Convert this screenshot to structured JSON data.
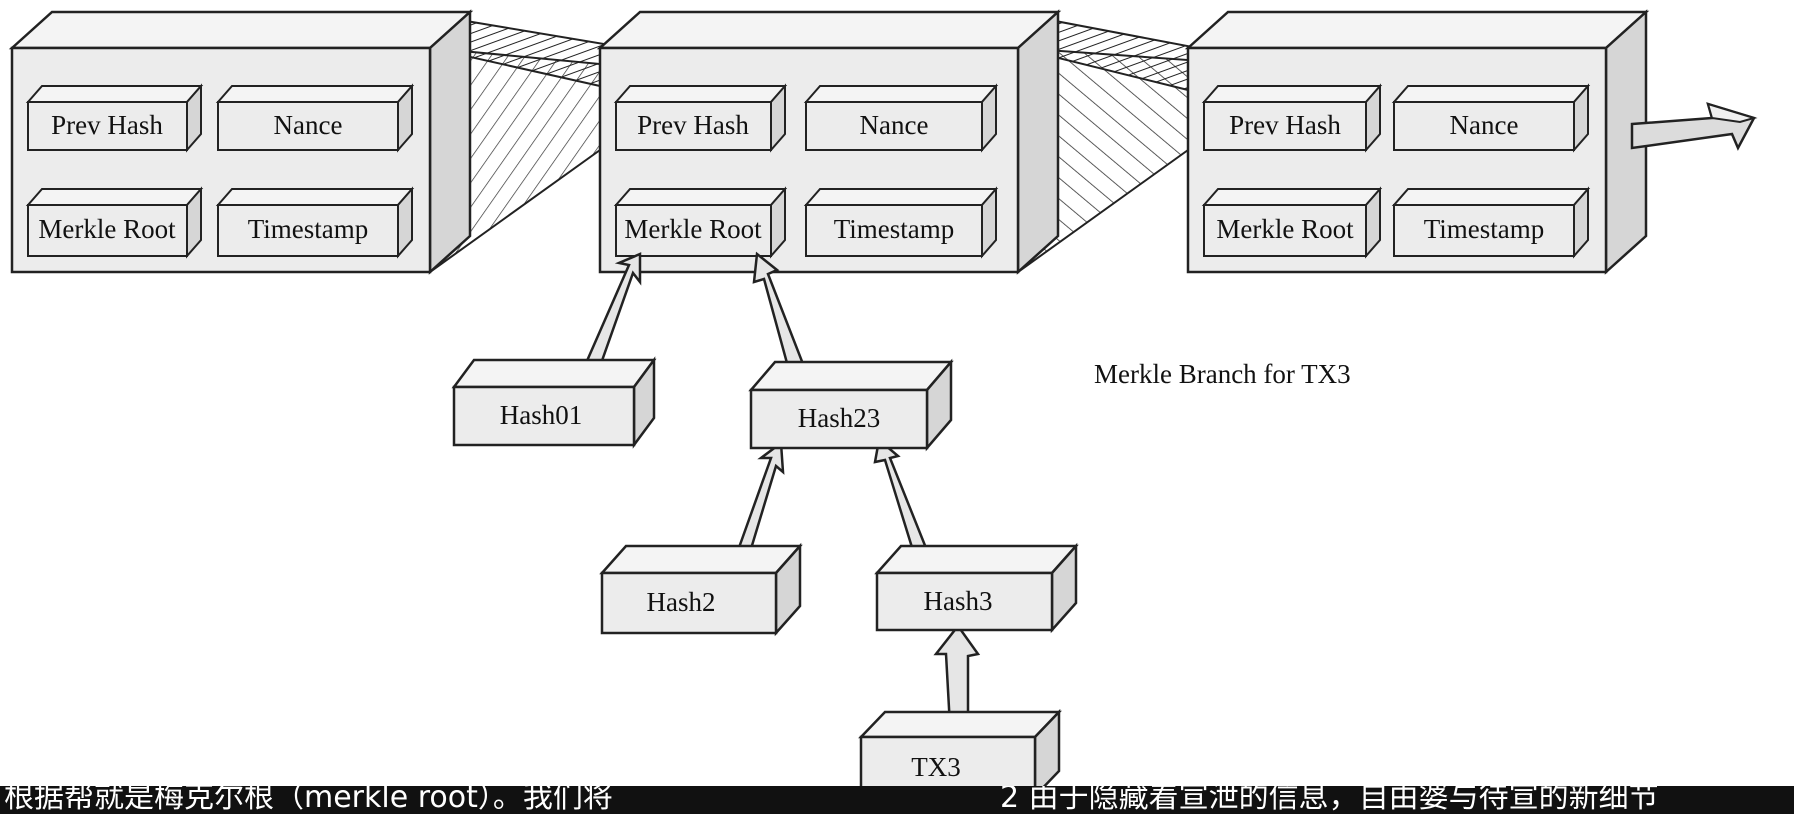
{
  "blocks": [
    {
      "prev_hash": "Prev Hash",
      "nonce": "Nance",
      "merkle_root": "Merkle Root",
      "timestamp": "Timestamp"
    },
    {
      "prev_hash": "Prev Hash",
      "nonce": "Nance",
      "merkle_root": "Merkle Root",
      "timestamp": "Timestamp"
    },
    {
      "prev_hash": "Prev Hash",
      "nonce": "Nance",
      "merkle_root": "Merkle Root",
      "timestamp": "Timestamp"
    }
  ],
  "tree": {
    "hash01": "Hash01",
    "hash23": "Hash23",
    "hash2": "Hash2",
    "hash3": "Hash3",
    "tx3": "TX3"
  },
  "branch_label": "Merkle Branch for TX3",
  "caption": {
    "left": "根据帮就是梅克尔根（merkle root）。我们将",
    "right": "2 由于隐藏着宣泄的信息，自由婆与待宣的新细节"
  },
  "colors": {
    "fill": "#ececec",
    "side": "#d6d6d6",
    "top": "#f4f4f4",
    "stroke": "#222222"
  }
}
